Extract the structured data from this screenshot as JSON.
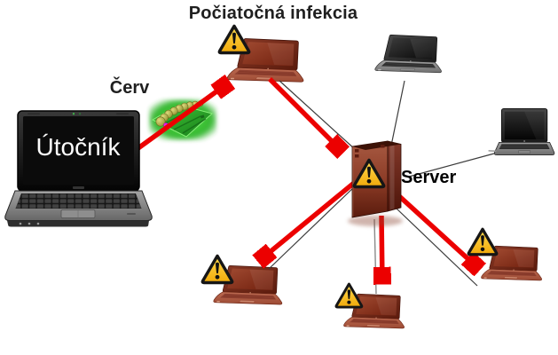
{
  "diagram": {
    "title": "Počiatočná infekcia",
    "labels": {
      "attacker": "Útočník",
      "worm": "Červ",
      "server": "Server"
    },
    "colors": {
      "infection_arrow": "#ec0000",
      "network_line": "#3c3c3c",
      "infected_device": "#8c3a24",
      "healthy_device": "#2e2e2e",
      "warning_sign_fill": "#ffc61e",
      "worm_glow": "#35c32d",
      "background": "#ffffff"
    },
    "nodes": [
      {
        "id": "attacker",
        "type": "laptop",
        "label": "Útočník",
        "status": "attacker"
      },
      {
        "id": "initial-infection",
        "type": "laptop",
        "status": "infected",
        "caption": "Počiatočná infekcia"
      },
      {
        "id": "server",
        "type": "server",
        "label": "Server",
        "status": "infected"
      },
      {
        "id": "client-top",
        "type": "laptop",
        "status": "clean"
      },
      {
        "id": "client-right",
        "type": "laptop",
        "status": "clean"
      },
      {
        "id": "client-bottom-left",
        "type": "laptop",
        "status": "infected"
      },
      {
        "id": "client-bottom-center",
        "type": "laptop",
        "status": "infected"
      },
      {
        "id": "client-bottom-right",
        "type": "laptop",
        "status": "infected"
      }
    ],
    "edges": {
      "red_infection_arrows": 5,
      "network_links": 6
    }
  }
}
